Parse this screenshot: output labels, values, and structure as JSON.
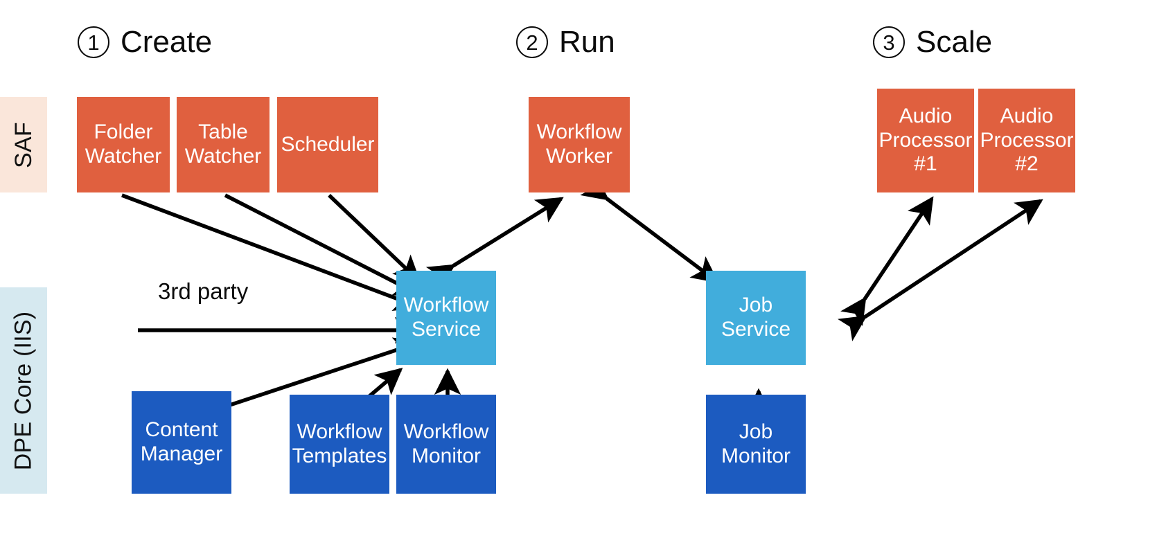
{
  "diagram": {
    "title_stages": [
      {
        "number": "1",
        "label": "Create"
      },
      {
        "number": "2",
        "label": "Run"
      },
      {
        "number": "3",
        "label": "Scale"
      }
    ],
    "lanes": [
      {
        "id": "saf",
        "label": "SAF",
        "color": "#FAE6DA"
      },
      {
        "id": "dpe",
        "label": "DPE Core (IIS)",
        "color": "#D6E9F0"
      }
    ],
    "colors": {
      "orange": "#E0603F",
      "light_blue": "#41ADDC",
      "dark_blue": "#1C5BC0",
      "lane_saf": "#FAE6DA",
      "lane_dpe": "#D6E9F0",
      "arrow": "#000000",
      "text_on_box": "#FFFFFF",
      "text_dark": "#0B0B0B"
    },
    "nodes": {
      "folder_watcher": {
        "line1": "Folder",
        "line2": "Watcher"
      },
      "table_watcher": {
        "line1": "Table",
        "line2": "Watcher"
      },
      "scheduler": {
        "line1": "Scheduler",
        "line2": ""
      },
      "workflow_worker": {
        "line1": "Workflow",
        "line2": "Worker"
      },
      "audio_processor_1": {
        "line1": "Audio",
        "line2": "Processor",
        "line3": "#1"
      },
      "audio_processor_2": {
        "line1": "Audio",
        "line2": "Processor",
        "line3": "#2"
      },
      "workflow_service": {
        "line1": "Workflow",
        "line2": "Service"
      },
      "job_service": {
        "line1": "Job",
        "line2": "Service"
      },
      "content_manager": {
        "line1": "Content",
        "line2": "Manager"
      },
      "workflow_templates": {
        "line1": "Workflow",
        "line2": "Templates"
      },
      "workflow_monitor": {
        "line1": "Workflow",
        "line2": "Monitor"
      },
      "job_monitor": {
        "line1": "Job",
        "line2": "Monitor"
      }
    },
    "annotations": {
      "third_party": "3rd party"
    }
  }
}
